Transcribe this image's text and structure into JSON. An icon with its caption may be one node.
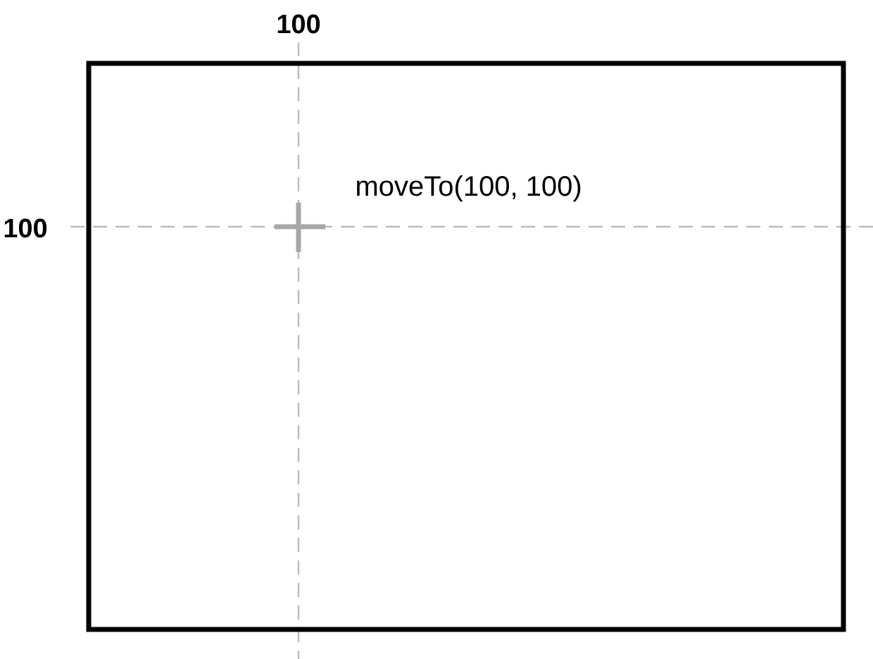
{
  "diagram": {
    "nodes": [
      {
        "text": [
          "moveTo(100, 100)"
        ]
      }
    ],
    "labels": [
      "100",
      "100"
    ]
  }
}
